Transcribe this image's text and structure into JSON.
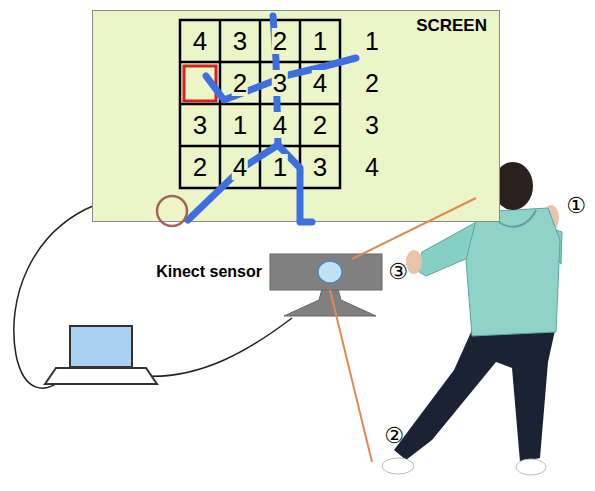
{
  "diagram": {
    "nodes": [
      {
        "text": [
          "SCREEN"
        ]
      }
    ],
    "labels": [
      "4",
      "3",
      "2",
      "1",
      "1",
      "2",
      "3",
      "4",
      "2",
      "3",
      "1",
      "4",
      "2",
      "3",
      "2",
      "4",
      "1",
      "3",
      "4",
      "Kinect sensor",
      "①",
      "③",
      "②"
    ]
  }
}
